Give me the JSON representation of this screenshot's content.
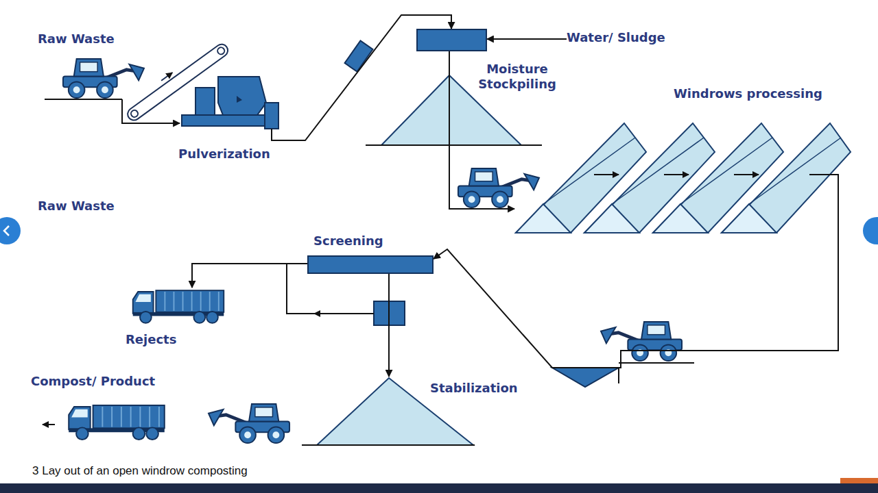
{
  "diagram": {
    "caption": "3 Lay out of an open windrow composting",
    "nodes": [
      {
        "text": [
          "Raw Waste"
        ]
      },
      {
        "text": [
          "Pulverization"
        ]
      },
      {
        "text": [
          "Water/ Sludge"
        ]
      },
      {
        "text": [
          "Moisture Stockpiling"
        ]
      },
      {
        "text": [
          "Windrows processing"
        ]
      },
      {
        "text": [
          "Screening"
        ]
      },
      {
        "text": [
          "Rejects"
        ]
      },
      {
        "text": [
          "Stabilization"
        ]
      },
      {
        "text": [
          "Compost/ Product"
        ]
      }
    ],
    "edges": [
      {
        "from": 0,
        "to": 1,
        "arrow": "to"
      },
      {
        "from": 1,
        "to": 3,
        "arrow": "to"
      },
      {
        "from": 2,
        "to": 3,
        "arrow": "to"
      },
      {
        "from": 3,
        "to": 4,
        "arrow": "to"
      },
      {
        "from": 4,
        "to": 5,
        "arrow": "to"
      },
      {
        "from": 5,
        "to": 6,
        "arrow": "to"
      },
      {
        "from": 5,
        "to": 7,
        "arrow": "to"
      }
    ],
    "labels": [
      "Raw Waste"
    ]
  }
}
